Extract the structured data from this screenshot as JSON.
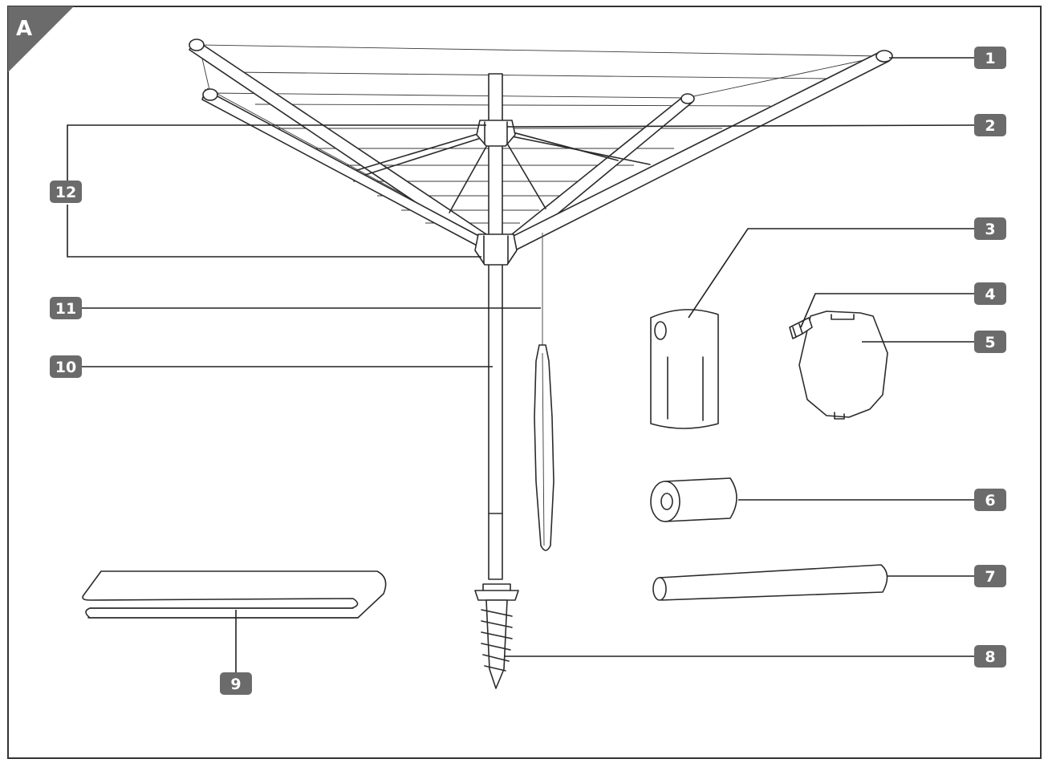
{
  "figure_label": "A",
  "callouts": [
    {
      "id": "1",
      "label": "1"
    },
    {
      "id": "2",
      "label": "2"
    },
    {
      "id": "3",
      "label": "3"
    },
    {
      "id": "4",
      "label": "4"
    },
    {
      "id": "5",
      "label": "5"
    },
    {
      "id": "6",
      "label": "6"
    },
    {
      "id": "7",
      "label": "7"
    },
    {
      "id": "8",
      "label": "8"
    },
    {
      "id": "9",
      "label": "9"
    },
    {
      "id": "10",
      "label": "10"
    },
    {
      "id": "11",
      "label": "11"
    },
    {
      "id": "12",
      "label": "12"
    }
  ],
  "colors": {
    "badge": "#6b6b6b",
    "line": "#2b2b2b",
    "background": "#ffffff"
  }
}
